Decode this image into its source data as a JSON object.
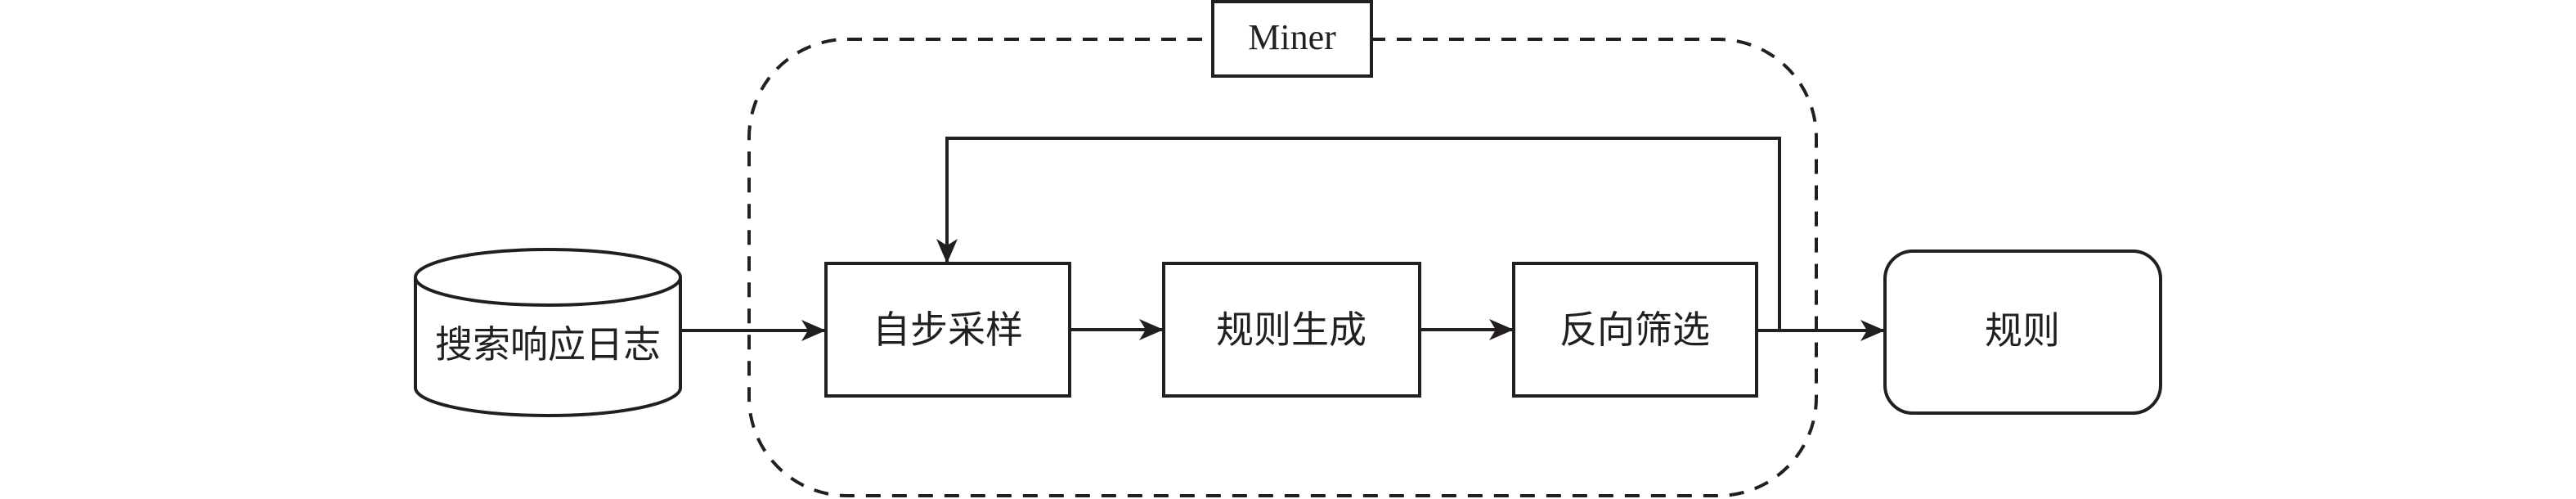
{
  "diagram": {
    "container": {
      "label": "Miner",
      "style": "dashed-rounded"
    },
    "source": {
      "label": "搜索响应日志",
      "shape": "cylinder"
    },
    "steps": [
      {
        "label": "自步采样"
      },
      {
        "label": "规则生成"
      },
      {
        "label": "反向筛选"
      }
    ],
    "output": {
      "label": "规则",
      "shape": "rounded-rect"
    },
    "edges": [
      {
        "from": "搜索响应日志",
        "to": "自步采样"
      },
      {
        "from": "自步采样",
        "to": "规则生成"
      },
      {
        "from": "规则生成",
        "to": "反向筛选"
      },
      {
        "from": "反向筛选",
        "to": "规则"
      },
      {
        "from": "反向筛选",
        "to": "自步采样",
        "type": "feedback-loop"
      }
    ],
    "colors": {
      "stroke": "#231f20",
      "background": "#ffffff"
    }
  }
}
